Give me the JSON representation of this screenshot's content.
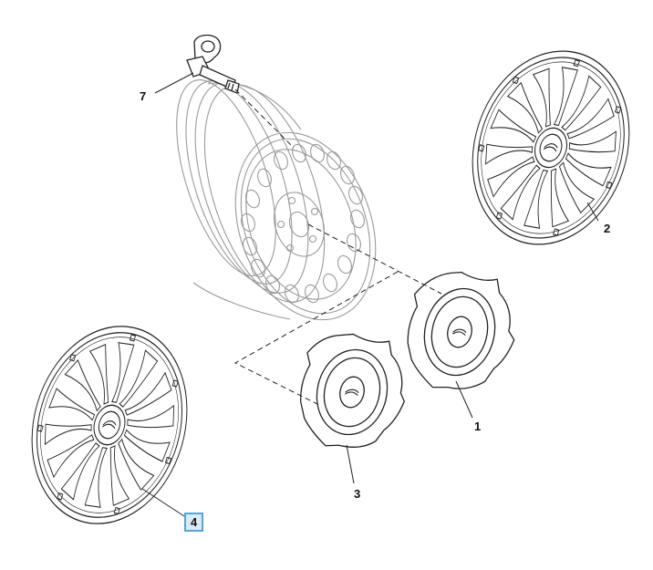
{
  "diagram": {
    "colors": {
      "ink": "#222222",
      "rim_ink": "#9a9a9a",
      "highlight_border": "#4fa6dc",
      "highlight_fill": "#dcebf6"
    },
    "callouts": [
      {
        "id": "c1",
        "label": "1",
        "highlighted": false
      },
      {
        "id": "c2",
        "label": "2",
        "highlighted": false
      },
      {
        "id": "c3",
        "label": "3",
        "highlighted": false
      },
      {
        "id": "c4",
        "label": "4",
        "highlighted": true
      },
      {
        "id": "c7",
        "label": "7",
        "highlighted": false
      }
    ],
    "parts": [
      {
        "id": "steel-wheel",
        "icon": "steel-wheel-icon"
      },
      {
        "id": "tire-valve",
        "icon": "tpms-valve-icon"
      },
      {
        "id": "hubcap-rear",
        "icon": "hubcap-icon"
      },
      {
        "id": "hubcap-front",
        "icon": "hubcap-icon"
      },
      {
        "id": "center-cap-1",
        "icon": "center-cap-icon"
      },
      {
        "id": "center-cap-3",
        "icon": "center-cap-icon"
      }
    ]
  }
}
